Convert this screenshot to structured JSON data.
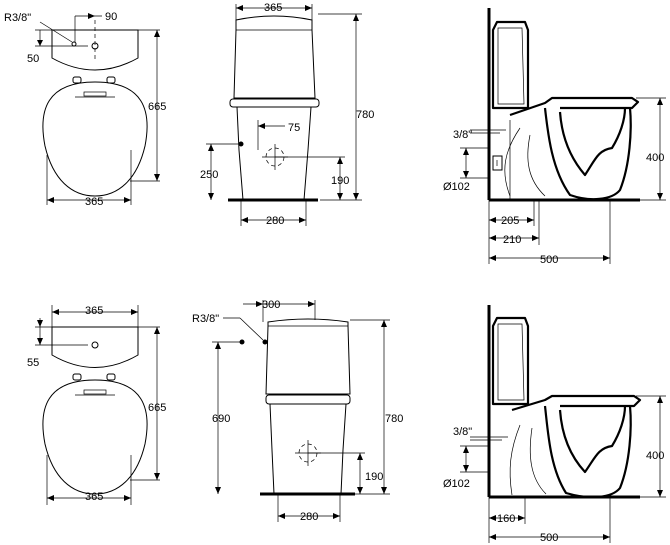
{
  "top_row": {
    "front_view": {
      "thread_label": "R3/8\"",
      "hole_offset": "90",
      "hole_depth": "50",
      "total_length": "665",
      "width": "365"
    },
    "side_view": {
      "tank_width": "365",
      "height": "780",
      "inlet_offset": "75",
      "inlet_height": "250",
      "outlet_height": "190",
      "base_width": "280"
    },
    "profile_view": {
      "thread_label": "3/8\"",
      "diameter_label": "Ø102",
      "seat_height": "400",
      "dim_205": "205",
      "dim_210": "210",
      "depth": "500"
    }
  },
  "bottom_row": {
    "front_view": {
      "width_top": "365",
      "hole_depth": "55",
      "total_length": "665",
      "width": "365"
    },
    "side_view": {
      "thread_label": "R3/8\"",
      "tank_offset": "300",
      "inlet_height": "690",
      "height": "780",
      "outlet_height": "190",
      "base_width": "280"
    },
    "profile_view": {
      "thread_label": "3/8\"",
      "diameter_label": "Ø102",
      "seat_height": "400",
      "dim_160": "160",
      "depth": "500"
    }
  }
}
